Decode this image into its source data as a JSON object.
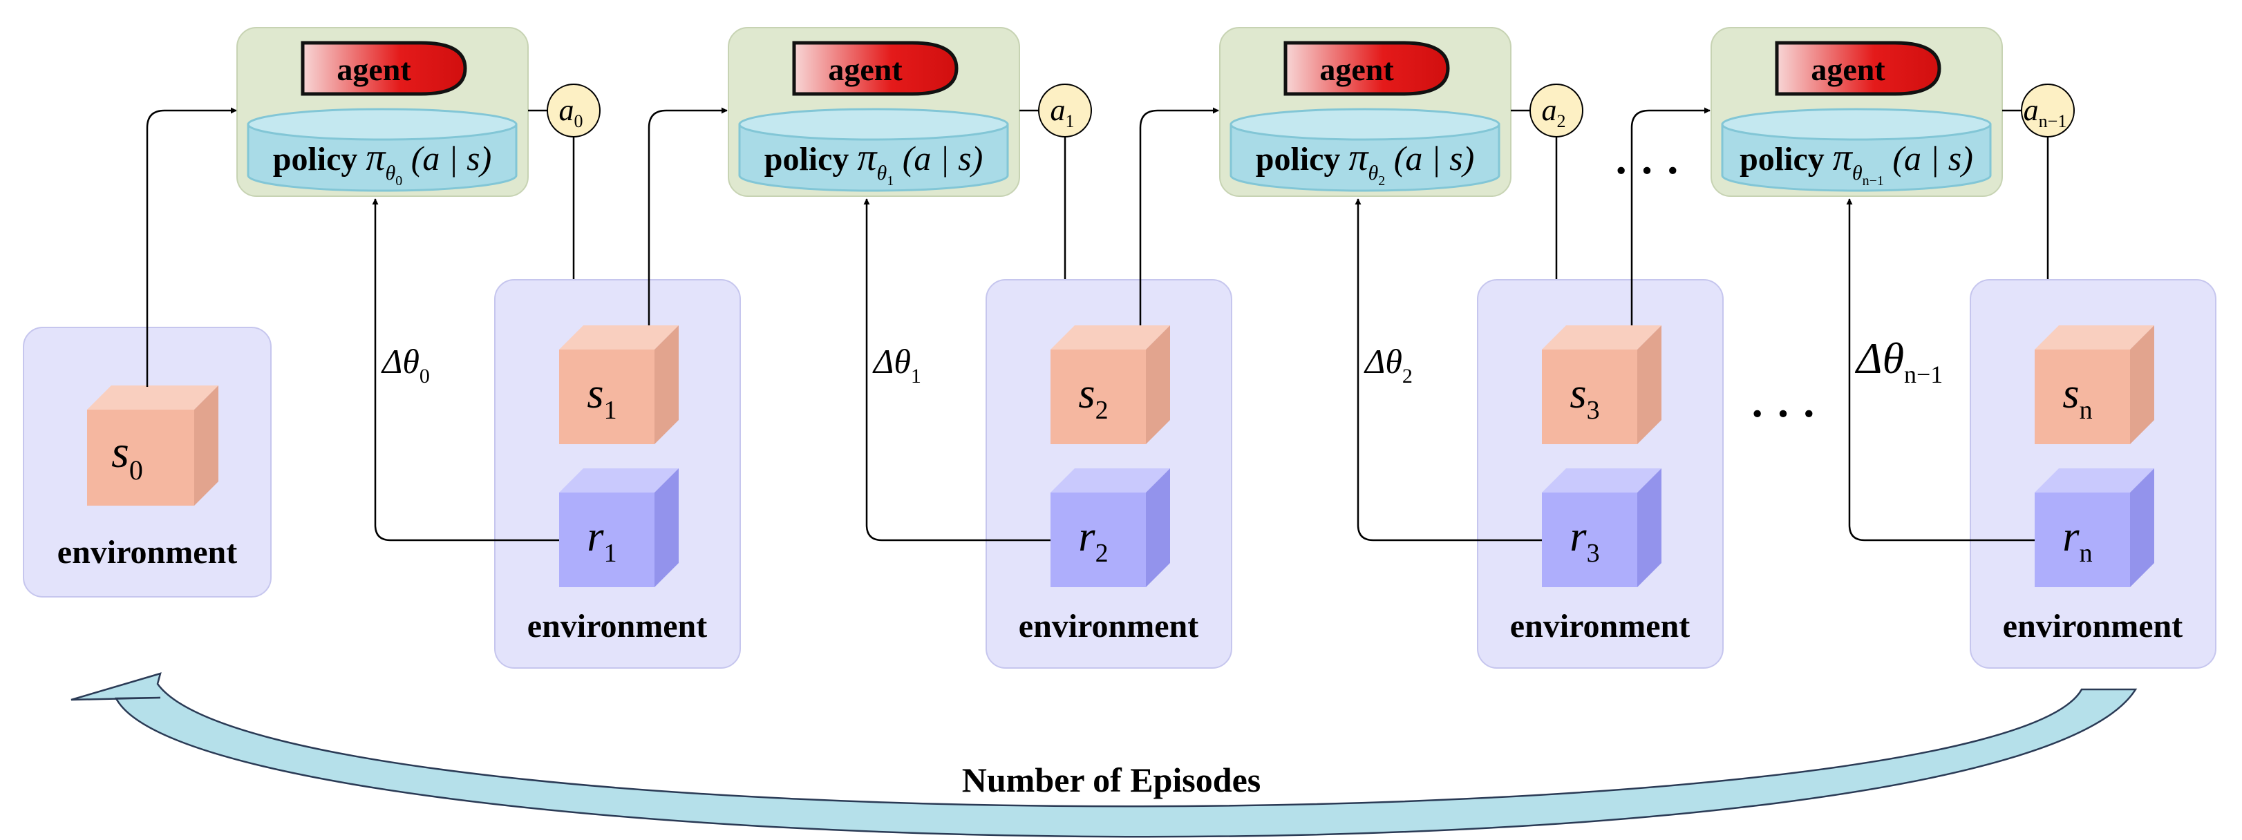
{
  "colors": {
    "agent_panel": "#dfe8cf",
    "policy_cylinder": "#a9dbe7",
    "env_panel": "#e3e3fb",
    "state_cube": "#f5b7a0",
    "reward_cube": "#aeaefc",
    "action_circle": "#fdf0c4",
    "agent_badge_red": "#e41a1a",
    "episodes_arrow": "#b5e0ea"
  },
  "initial_environment": {
    "state": {
      "base": "s",
      "sub": "0"
    },
    "label": "environment"
  },
  "stages": [
    {
      "agent_label": "agent",
      "policy": {
        "word": "policy",
        "pi": "π",
        "theta": "θ",
        "theta_sub": "0",
        "args": "(a | s)"
      },
      "action": {
        "base": "a",
        "sub": "0"
      },
      "update": {
        "delta": "Δθ",
        "sub": "0"
      },
      "environment": {
        "state": {
          "base": "s",
          "sub": "1"
        },
        "reward": {
          "base": "r",
          "sub": "1"
        },
        "label": "environment"
      }
    },
    {
      "agent_label": "agent",
      "policy": {
        "word": "policy",
        "pi": "π",
        "theta": "θ",
        "theta_sub": "1",
        "args": "(a | s)"
      },
      "action": {
        "base": "a",
        "sub": "1"
      },
      "update": {
        "delta": "Δθ",
        "sub": "1"
      },
      "environment": {
        "state": {
          "base": "s",
          "sub": "2"
        },
        "reward": {
          "base": "r",
          "sub": "2"
        },
        "label": "environment"
      }
    },
    {
      "agent_label": "agent",
      "policy": {
        "word": "policy",
        "pi": "π",
        "theta": "θ",
        "theta_sub": "2",
        "args": "(a | s)"
      },
      "action": {
        "base": "a",
        "sub": "2"
      },
      "update": {
        "delta": "Δθ",
        "sub": "2"
      },
      "environment": {
        "state": {
          "base": "s",
          "sub": "3"
        },
        "reward": {
          "base": "r",
          "sub": "3"
        },
        "label": "environment"
      }
    },
    {
      "agent_label": "agent",
      "policy": {
        "word": "policy",
        "pi": "π",
        "theta": "θ",
        "theta_sub": "n−1",
        "args": "(a | s)"
      },
      "action": {
        "base": "a",
        "sub": "n−1"
      },
      "update": {
        "delta": "Δθ",
        "sub": "n−1"
      },
      "environment": {
        "state": {
          "base": "s",
          "sub": "n"
        },
        "reward": {
          "base": "r",
          "sub": "n"
        },
        "label": "environment"
      }
    }
  ],
  "ellipsis": "· · ·",
  "footer": "Number of Episodes"
}
